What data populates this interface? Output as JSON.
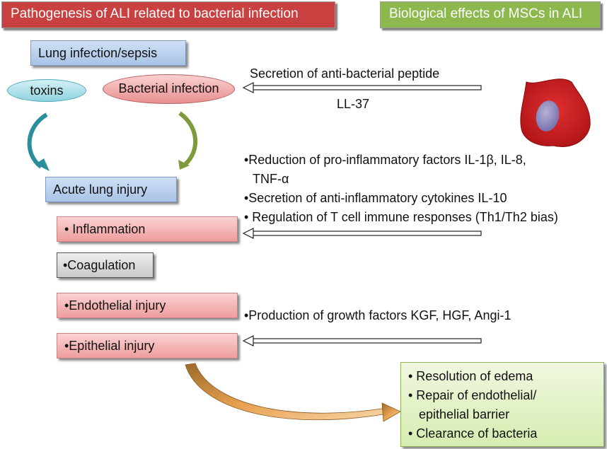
{
  "headers": {
    "left": "Pathogenesis of ALI related to bacterial infection",
    "right": "Biological effects of MSCs in ALI"
  },
  "left": {
    "lung_infection": "Lung infection/sepsis",
    "toxins": "toxins",
    "bacterial_infection": "Bacterial infection",
    "acute_lung_injury": "Acute lung injury",
    "inflammation": "• Inflammation",
    "coagulation": "•Coagulation",
    "endothelial": "•Endothelial injury",
    "epithelial": "•Epithelial injury"
  },
  "right": {
    "antibacterial": "Secretion of anti-bacterial peptide",
    "ll37": "LL-37",
    "effects": [
      "•Reduction of pro-inflammatory factors IL-1β, IL-8,",
      "TNF-α",
      "•Secretion of anti-inflammatory cytokines IL-10",
      "• Regulation of T cell immune responses (Th1/Th2 bias)"
    ],
    "growth_factors": "•Production of growth factors KGF, HGF, Angi-1"
  },
  "outcomes": [
    "• Resolution of edema",
    "• Repair of endothelial/",
    "   epithelial barrier",
    "• Clearance of bacteria"
  ],
  "colors": {
    "header_red": "#c8403f",
    "header_green": "#8db84e",
    "cell_red": "#c9202a",
    "arrow_teal": "#2a8f9a",
    "arrow_olive": "#7e9a3a",
    "arrow_orange": "#d28a3a"
  },
  "icons": {
    "msc_cell": "msc-cell-icon"
  }
}
